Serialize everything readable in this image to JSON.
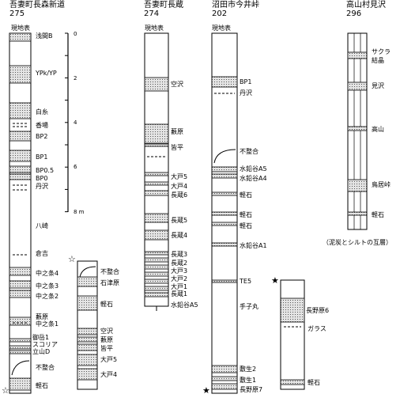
{
  "sites": [
    {
      "name": "吾妻町長森新道",
      "number": "275"
    },
    {
      "name": "吾妻町長蔵",
      "number": "274"
    },
    {
      "name": "沼田市今井峠",
      "number": "202"
    },
    {
      "name": "高山村見沢",
      "number": "296"
    }
  ],
  "surface_labels": [
    "現地表",
    "現地表",
    "現地表"
  ],
  "scale": {
    "unit": "m",
    "ticks": [
      "0",
      "2",
      "4",
      "6",
      "8 m"
    ]
  },
  "layer_labels": {
    "c275a": [
      "浅間B",
      "YPk/YP",
      "白糸",
      "香場",
      "BP2",
      "BP1",
      "BP0.5",
      "BP0",
      "丹沢",
      "八崎",
      "倉吉",
      "中之条4",
      "中之条3",
      "中之条2",
      "藪原",
      "中之条1",
      "御岳1",
      "スコリア",
      "立山D",
      "不整合",
      "軽石"
    ],
    "c275b": [
      "不整合",
      "石津原",
      "軽石",
      "空沢",
      "藪原",
      "皆平",
      "大戸5",
      "大戸4"
    ],
    "c274": [
      "空沢",
      "藪原",
      "皆平",
      "大戸5",
      "大戸4",
      "長蔵6",
      "長蔵5",
      "長蔵4",
      "長蔵3",
      "長蔵2",
      "大戸3",
      "大戸2",
      "大戸1",
      "長蔵1",
      "水鉛谷A5"
    ],
    "c202": [
      "BP1",
      "丹沢",
      "不整合",
      "水鉛谷A5",
      "水鉛谷A4",
      "軽石",
      "軽石",
      "軽石",
      "水鉛谷A1",
      "TE5",
      "手子丸",
      "敷生2",
      "敷生1",
      "長野原7"
    ],
    "c202b": [
      "長野原6",
      "ガラス",
      "軽石"
    ],
    "c296": [
      "サクラ",
      "結晶",
      "見沢",
      "高山",
      "鳥居峠",
      "軽石"
    ]
  },
  "note_296": "（泥炭とシルトの互層）",
  "star_symbols": {
    "open": "☆",
    "filled": "★"
  }
}
